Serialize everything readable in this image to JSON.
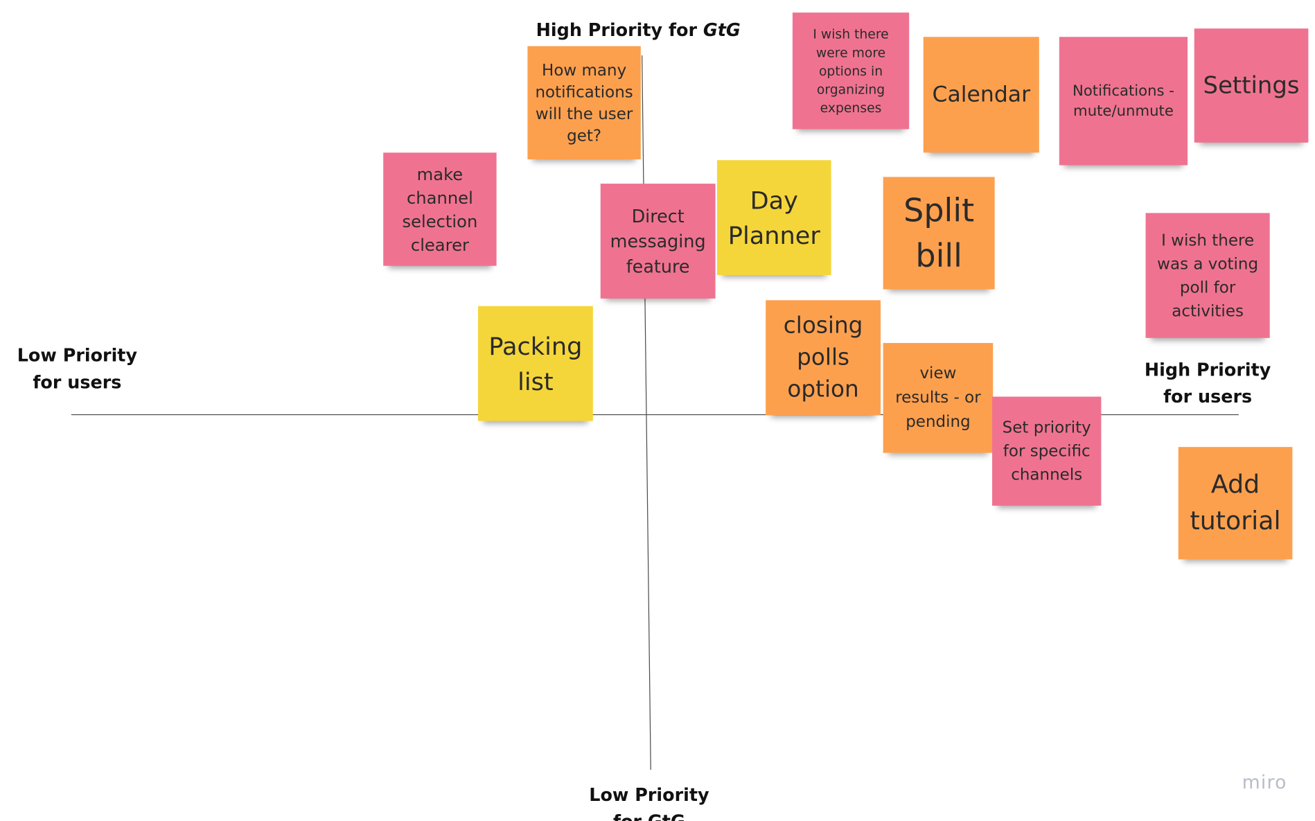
{
  "axes": {
    "top_label_prefix": "High Priority for ",
    "top_label_italic": "GtG",
    "bottom_label_line1": "Low Priority",
    "bottom_label_line2": "for GtG",
    "left_label_line1": "Low Priority",
    "left_label_line2": "for users",
    "right_label_line1": "High Priority",
    "right_label_line2": "for users"
  },
  "stickies": [
    {
      "id": "notifications-count",
      "text": "How many\nnotifications\nwill the user\nget?",
      "color": "#fda04e"
    },
    {
      "id": "channel-selection",
      "text": "make\nchannel\nselection\nclearer",
      "color": "#ef7390"
    },
    {
      "id": "direct-messaging",
      "text": "Direct\nmessaging\nfeature",
      "color": "#ef7390"
    },
    {
      "id": "day-planner",
      "text": "Day\nPlanner",
      "color": "#f5d63a"
    },
    {
      "id": "expenses-options",
      "text": "I wish there\nwere more\noptions in\norganizing\nexpenses",
      "color": "#ef7390"
    },
    {
      "id": "calendar",
      "text": "Calendar",
      "color": "#fda04e"
    },
    {
      "id": "notifications-mute",
      "text": "Notifications -\nmute/unmute",
      "color": "#ef7390"
    },
    {
      "id": "settings",
      "text": "Settings",
      "color": "#ef7390"
    },
    {
      "id": "split-bill",
      "text": "Split\nbill",
      "color": "#fda04e"
    },
    {
      "id": "voting-poll",
      "text": "I wish there\nwas a voting\npoll for\nactivities",
      "color": "#ef7390"
    },
    {
      "id": "packing-list",
      "text": "Packing\nlist",
      "color": "#f5d63a"
    },
    {
      "id": "closing-polls",
      "text": "closing\npolls\noption",
      "color": "#fda04e"
    },
    {
      "id": "view-results",
      "text": "view\nresults - or\npending",
      "color": "#fda04e"
    },
    {
      "id": "channel-priority",
      "text": "Set priority\nfor specific\nchannels",
      "color": "#ef7390"
    },
    {
      "id": "add-tutorial",
      "text": "Add\ntutorial",
      "color": "#fda04e"
    }
  ],
  "watermark": "miro"
}
